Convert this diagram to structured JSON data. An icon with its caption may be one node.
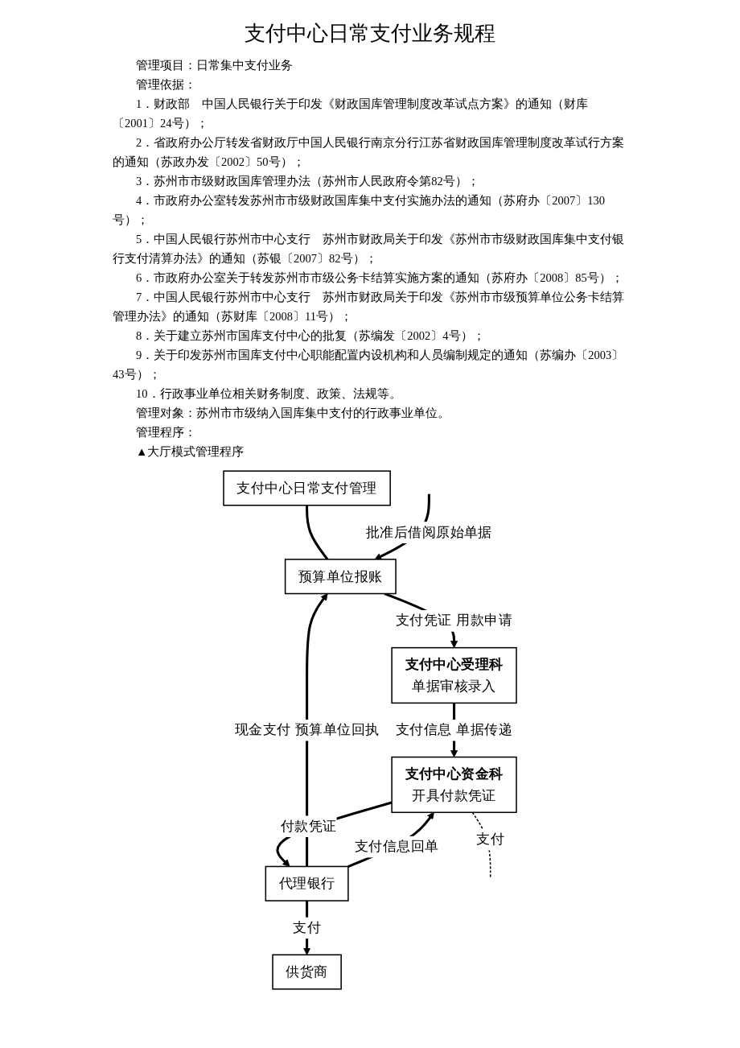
{
  "diagram": {
    "title": "支付中心日常支付业务规程",
    "nodes": [
      {
        "text": [
          "支付中心日常支付管理"
        ]
      },
      {
        "text": [
          "预算单位报账"
        ]
      },
      {
        "text": [
          "支付中心受理科",
          "单据审核录入"
        ]
      },
      {
        "text": [
          "供货商"
        ]
      },
      {
        "text": [
          "代理银行"
        ]
      },
      {
        "text": [
          "支付中心资金科",
          "开具付款凭证"
        ]
      }
    ],
    "edges": [
      {
        "from": 0,
        "to": 1,
        "arrow": "none"
      },
      {
        "from": 4,
        "to": 1,
        "arrow": "to",
        "label": "现金支付 预算单位回执"
      },
      {
        "from": 1,
        "to": 2,
        "arrow": "to",
        "label": "支付凭证 用款申请"
      },
      {
        "from": 2,
        "to": 5,
        "arrow": "to",
        "label": "支付信息 单据传递"
      },
      {
        "from": 5,
        "to": 4,
        "arrow": "to",
        "label": "付款凭证"
      },
      {
        "from": 4,
        "to": 5,
        "arrow": "to",
        "label": "支付信息回单"
      },
      {
        "from": 4,
        "to": 3,
        "arrow": "to",
        "label": "支付"
      },
      {
        "from": 5,
        "to": null,
        "arrow": "none",
        "label": "支付",
        "style": "dashed"
      },
      {
        "from": null,
        "to": 1,
        "arrow": "to",
        "label": "批准后借阅原始单据"
      }
    ],
    "labels": [
      "管理项目：日常集中支付业务",
      "管理依据：",
      "1．财政部　中国人民银行关于印发《财政国库管理制度改革试点方案》的通知（财库〔2001〕24号）；",
      "2．省政府办公厅转发省财政厅中国人民银行南京分行江苏省财政国库管理制度改革试行方案的通知（苏政办发〔2002〕50号）；",
      "3．苏州市市级财政国库管理办法（苏州市人民政府令第82号）；",
      "4．市政府办公室转发苏州市市级财政国库集中支付实施办法的通知（苏府办〔2007〕130号）；",
      "5．中国人民银行苏州市中心支行　苏州市财政局关于印发《苏州市市级财政国库集中支付银行支付清算办法》的通知（苏银〔2007〕82号）；",
      "6．市政府办公室关于转发苏州市市级公务卡结算实施方案的通知（苏府办〔2008〕85号）；",
      "7．中国人民银行苏州市中心支行　苏州市财政局关于印发《苏州市市级预算单位公务卡结算管理办法》的通知（苏财库〔2008〕11号）；",
      "8．关于建立苏州市国库支付中心的批复（苏编发〔2002〕4号）；",
      "9．关于印发苏州市国库支付中心职能配置内设机构和人员编制规定的通知（苏编办〔2003〕43号）；",
      "10．行政事业单位相关财务制度、政策、法规等。",
      "管理对象：苏州市市级纳入国库集中支付的行政事业单位。",
      "管理程序：",
      "▲大厅模式管理程序"
    ]
  }
}
